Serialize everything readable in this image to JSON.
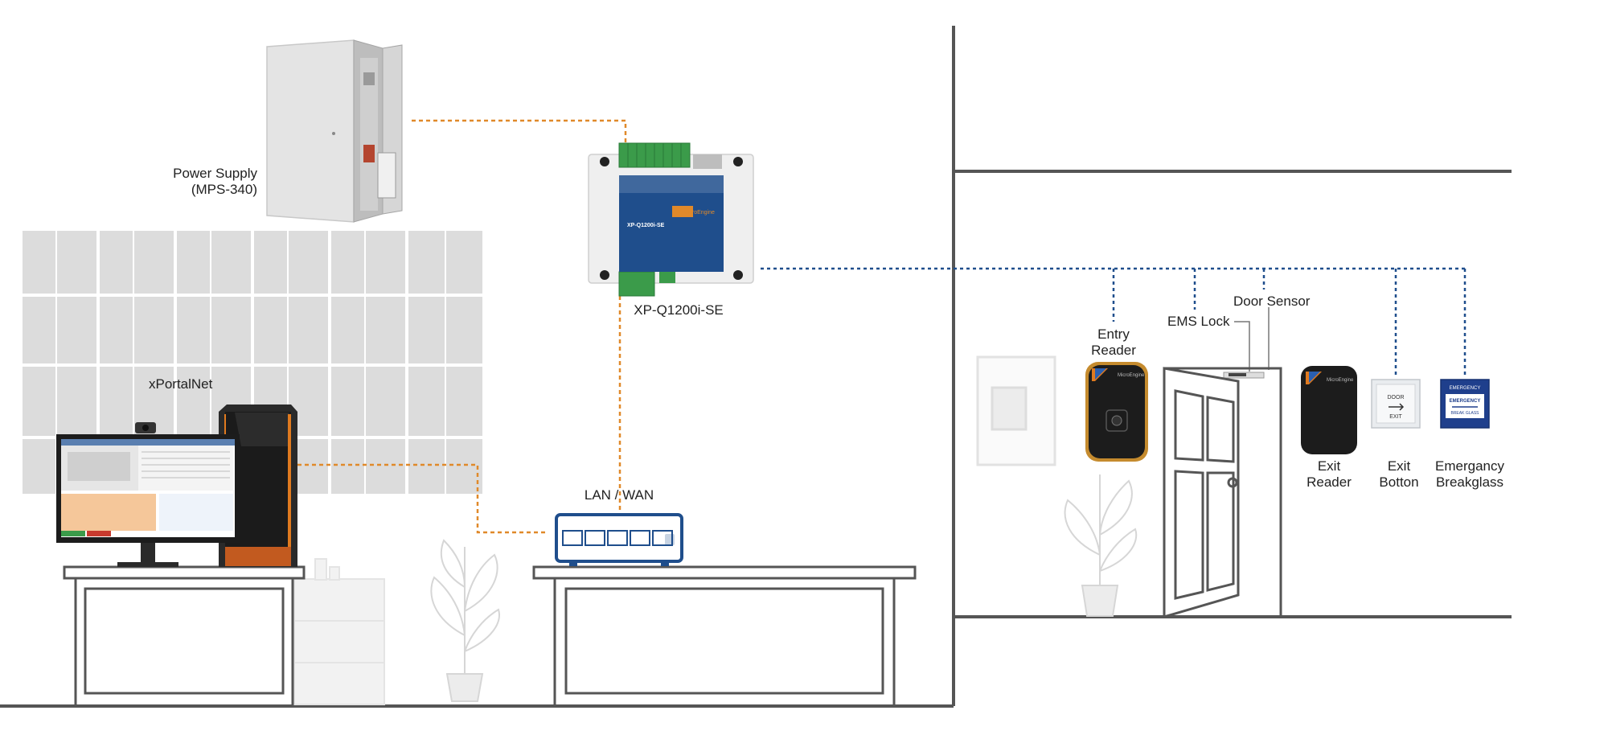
{
  "labels": {
    "power_supply": [
      "Power Supply",
      "(MPS-340)"
    ],
    "controller": "XP-Q1200i-SE",
    "software": "xPortalNet",
    "network": "LAN / WAN",
    "entry_reader": [
      "Entry",
      "Reader"
    ],
    "ems_lock": "EMS Lock",
    "door_sensor": "Door Sensor",
    "exit_reader": [
      "Exit",
      "Reader"
    ],
    "exit_button": [
      "Exit",
      "Botton"
    ],
    "breakglass": [
      "Emergancy",
      "Breakglass"
    ]
  },
  "device_text": {
    "controller_model": "XP-Q1200i-SE",
    "controller_brand": "MicroEngine",
    "reader_brand": "MicroEngine",
    "exit_button_top": "DOOR",
    "exit_button_bottom": "EXIT",
    "breakglass_top": "EMERGENCY",
    "breakglass_mid": "EMERGENCY",
    "breakglass_bottom": "BREAK GLASS"
  },
  "colors": {
    "power_link": "#e0892a",
    "data_link": "#1f4e8c",
    "structure": "#555555",
    "switch": "#1f4e8c"
  }
}
